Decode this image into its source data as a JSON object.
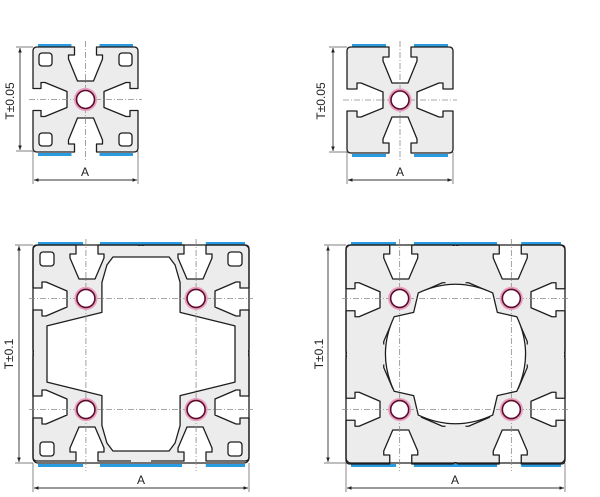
{
  "figure": {
    "description_labels": {
      "width_label": "A",
      "tolerance_small": "T±0.05",
      "tolerance_large": "T±0.1"
    },
    "profiles": [
      {
        "id": "profile-small-hollow",
        "width_label": "A",
        "height_label": "T±0.05",
        "slot_color": "#2a9be0"
      },
      {
        "id": "profile-small-solid",
        "width_label": "A",
        "height_label": "T±0.05",
        "slot_color": "#2a9be0"
      },
      {
        "id": "profile-large-hollow",
        "width_label": "A",
        "height_label": "T±0.1",
        "slot_color": "#2a9be0"
      },
      {
        "id": "profile-large-solid",
        "width_label": "A",
        "height_label": "T±0.1",
        "slot_color": "#2a9be0"
      }
    ],
    "colors": {
      "profile_fill": "#ececec",
      "outline": "#1e1e1e",
      "slot_highlight": "#2a9be0",
      "bore_outline": "#5c0b2b",
      "bore_halo": "#e8a0c0"
    }
  }
}
